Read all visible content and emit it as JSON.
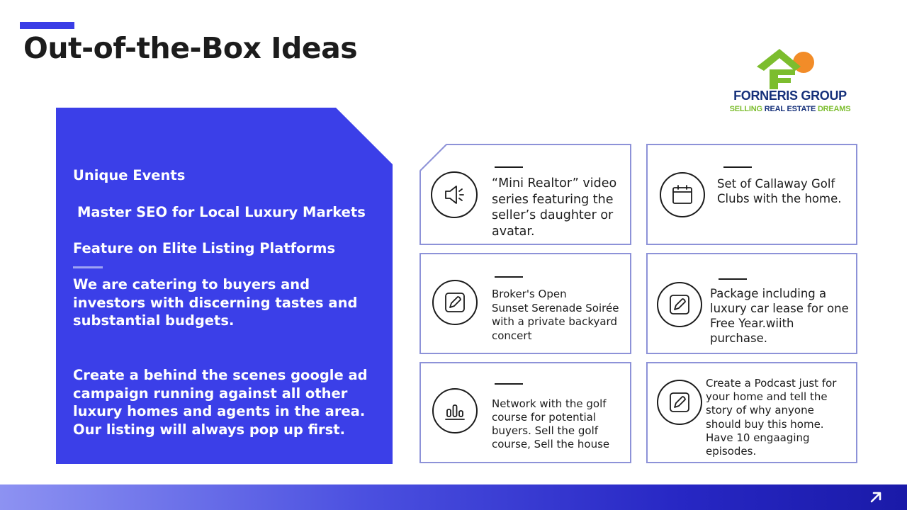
{
  "slide": {
    "title": "Out-of-the-Box Ideas"
  },
  "logo": {
    "name": "FORNERIS GROUP",
    "tagline_part1": "SELLING ",
    "tagline_part2": "REAL ESTATE ",
    "tagline_part3": "DREAMS"
  },
  "panel": {
    "line1": "Unique Events",
    "line2": "Master SEO for Local Luxury Markets",
    "line3": "Feature on Elite Listing Platforms",
    "para1": "We are catering to buyers and investors with discerning tastes and substantial budgets.",
    "para2": "Create a behind the scenes google ad campaign running against all other luxury homes and agents in the area.  Our listing will always pop up first."
  },
  "cards": [
    {
      "text": "“Mini Realtor” video series featuring the seller’s daughter or avatar.",
      "icon": "megaphone-icon"
    },
    {
      "text": "Set of Callaway Golf Clubs with the home.",
      "icon": "calendar-icon"
    },
    {
      "text": "Broker's Open\nSunset Serenade Soirée with a private backyard concert",
      "icon": "edit-icon"
    },
    {
      "text": "Package including a luxury car lease for one Free Year.wiith purchase.",
      "icon": "edit-icon"
    },
    {
      "text": "Network with the golf course for potential buyers.  Sell the golf course, Sell the house",
      "icon": "bar-chart-icon"
    },
    {
      "text": "Create a Podcast just for your home and tell the story of why anyone should buy this home.  Have 10 engaaging episodes.",
      "icon": "edit-icon"
    }
  ],
  "colors": {
    "accent": "#3b3fe8",
    "card_border": "#8d92d8",
    "logo_green": "#7cbd2e",
    "logo_navy": "#15307a",
    "logo_orange": "#f28c28"
  }
}
